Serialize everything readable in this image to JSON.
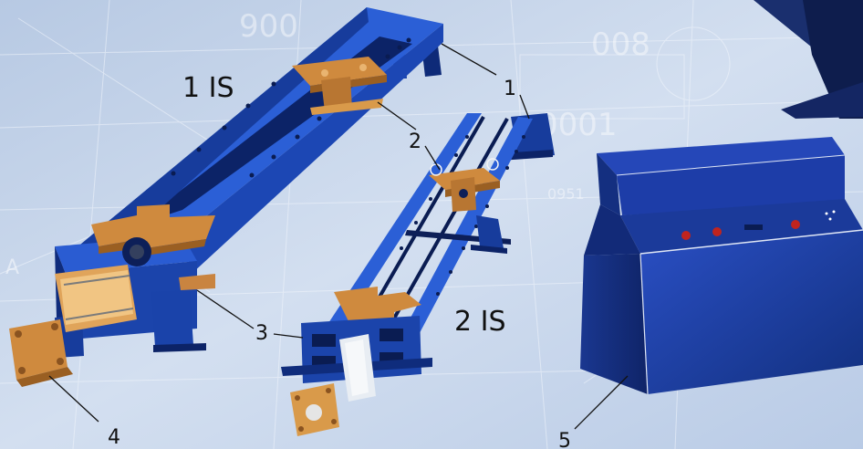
{
  "diagram": {
    "callouts": {
      "frame": "1",
      "carriage": "2",
      "base": "3",
      "cylinder": "4",
      "control_box": "5"
    },
    "machine_labels": {
      "large": "1 IS",
      "small": "2 IS"
    },
    "background_marks": {
      "top_number": "900",
      "right_number_a": "008",
      "right_number_b": "0001",
      "small_number": "0951",
      "letter": "A"
    },
    "colors": {
      "background": "#c6d5ea",
      "frame_blue": "#1f4fc0",
      "frame_dark": "#0e2a78",
      "carriage_orange": "#cf8a3e",
      "cylinder_orange": "#d99a4a",
      "box_blue": "#1b3a9a",
      "button_red": "#c0241f"
    }
  }
}
